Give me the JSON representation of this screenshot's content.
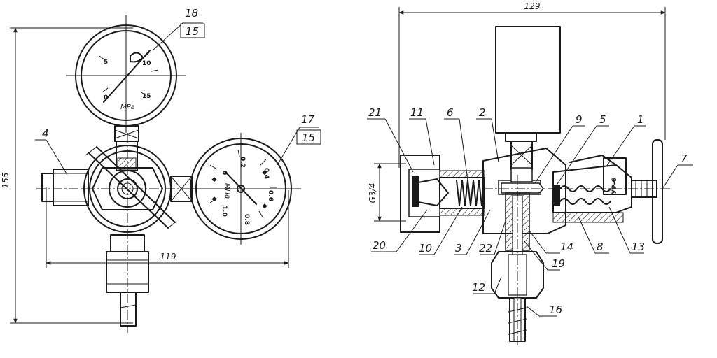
{
  "dimensions": {
    "overall_height": "155",
    "overall_width_left": "119",
    "overall_width_right": "129",
    "thread": "G3/4"
  },
  "labels": {
    "p1": "1",
    "p2": "2",
    "p3": "3",
    "p4": "4",
    "p5": "5",
    "p6": "6",
    "p7": "7",
    "p8": "8",
    "p9": "9",
    "p10": "10",
    "p11": "11",
    "p12": "12",
    "p13": "13",
    "p14": "14",
    "p15a": "15",
    "p15b": "15",
    "p16": "16",
    "p17": "17",
    "p18": "18",
    "p19": "19",
    "p20": "20",
    "p21": "21",
    "p22": "22"
  },
  "gauge_high": {
    "ticks": [
      "0",
      "5",
      "10",
      "15"
    ],
    "unit": "MPa"
  },
  "gauge_low": {
    "ticks": [
      "0",
      "0.2",
      "0.4",
      "0.6",
      "0.8",
      "1.0"
    ],
    "unit": "МПа"
  },
  "body_marking": "УР-6"
}
